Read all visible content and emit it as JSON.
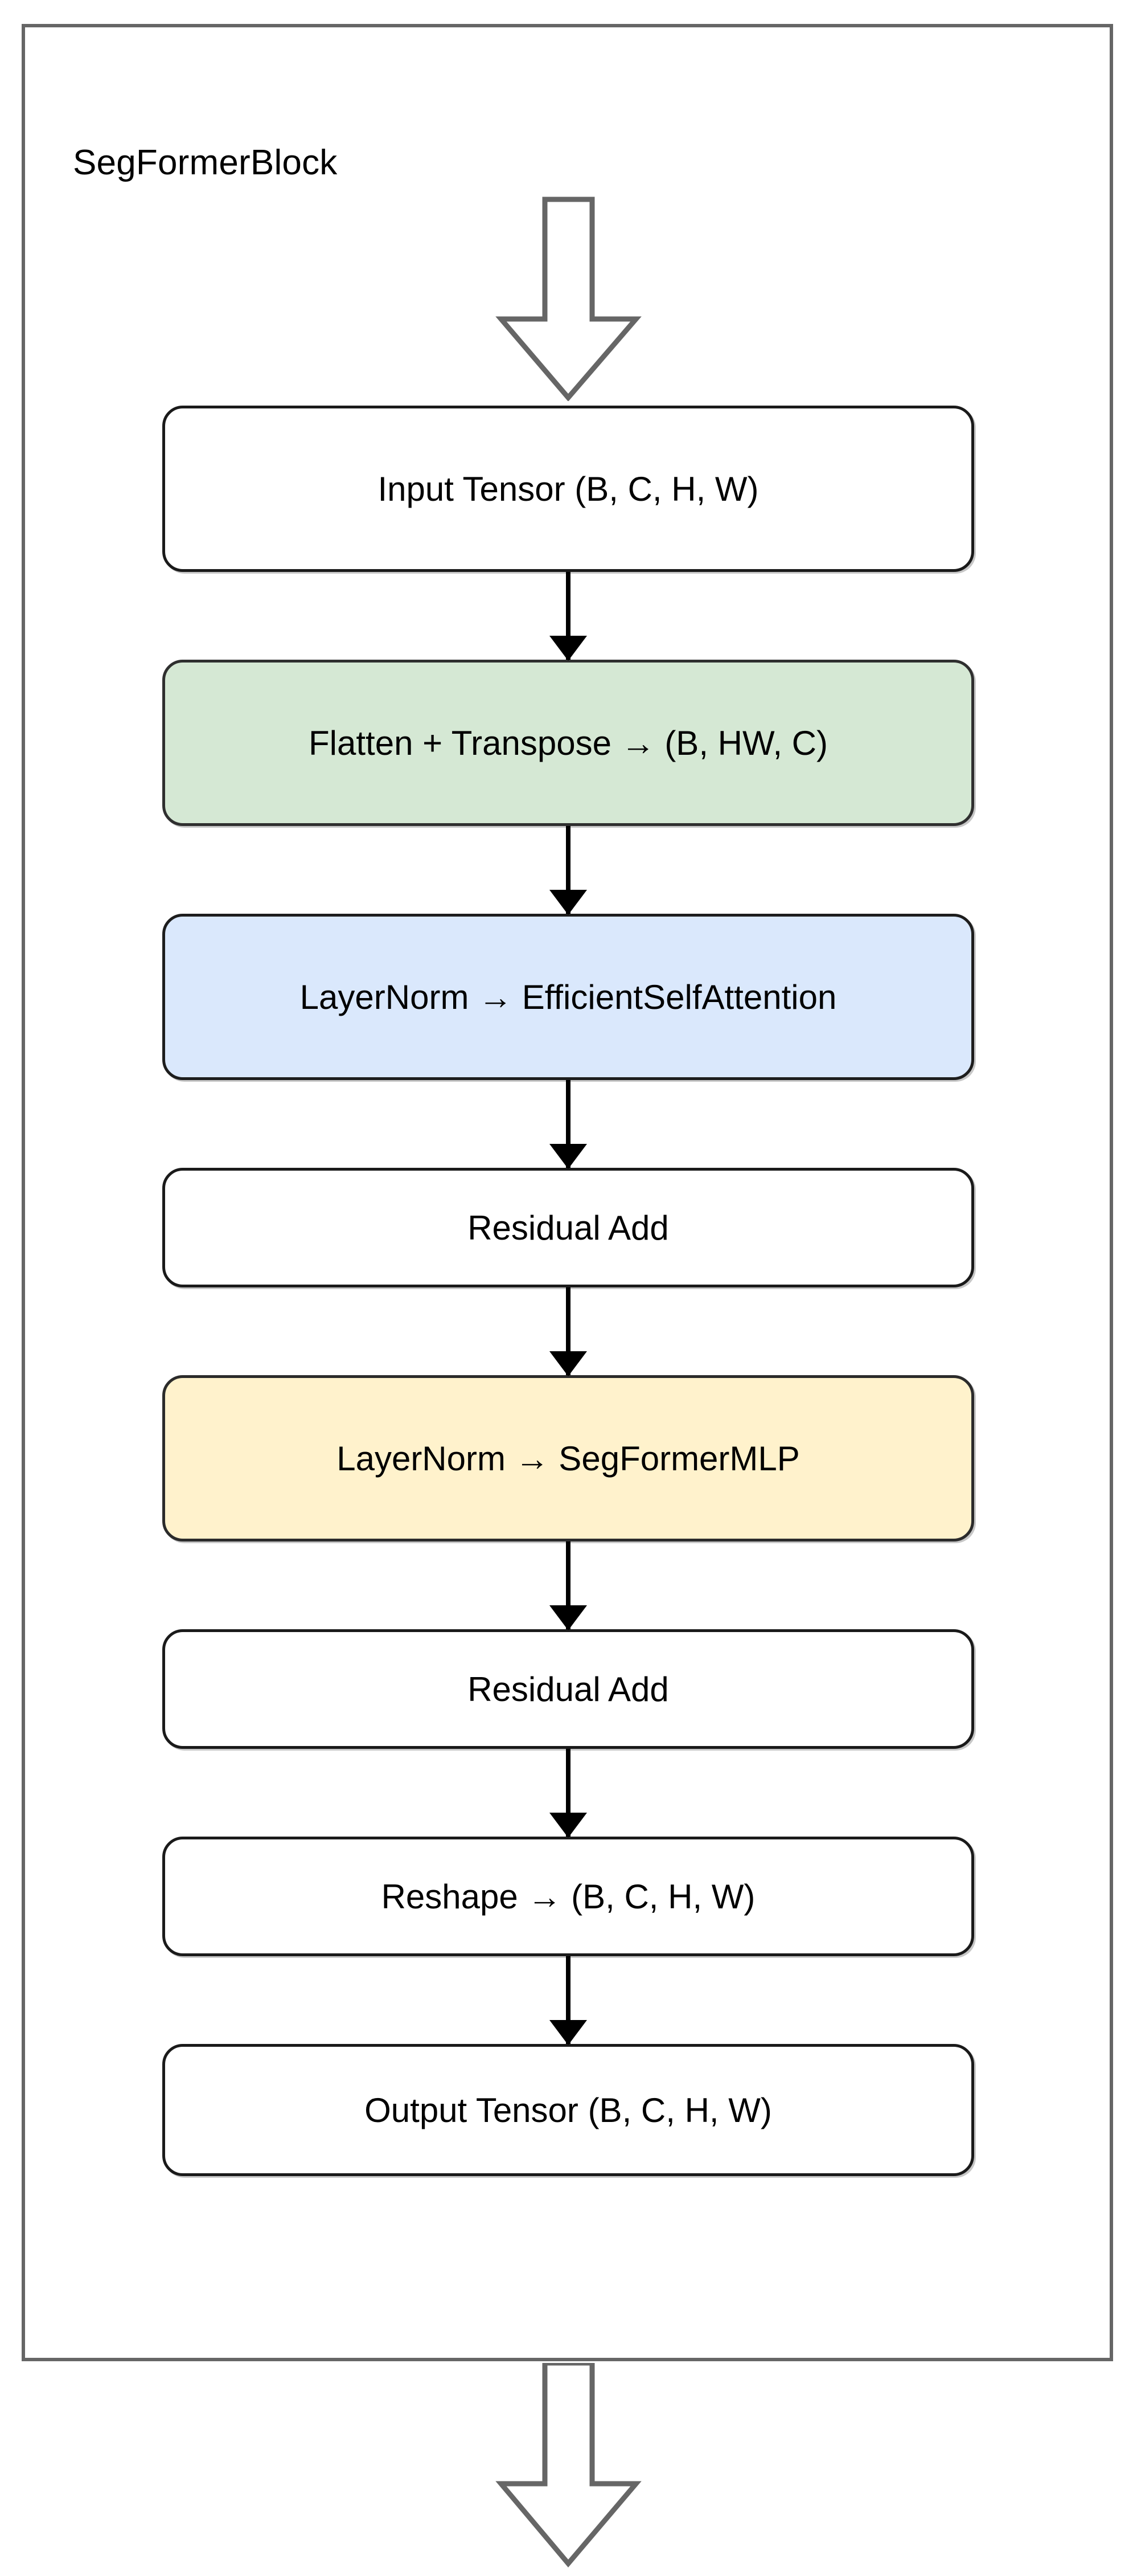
{
  "diagram": {
    "type": "flowchart",
    "title": "SegFormerBlock",
    "orientation": "vertical-top-to-bottom",
    "container": {
      "label": "SegFormerBlock",
      "border_color": "#666666",
      "fill_color": "#ffffff"
    },
    "palette": {
      "default_fill": "#ffffff",
      "green_fill": "#d5e8d4",
      "blue_fill": "#dae8fc",
      "yellow_fill": "#fff2cc",
      "node_stroke": "#1a1a1a",
      "edge_color": "#000000",
      "block_arrow_stroke": "#666666",
      "block_arrow_fill": "#ffffff"
    },
    "nodes": [
      {
        "id": "input-tensor",
        "label": "Input Tensor (B, C, H, W)",
        "fill": "default"
      },
      {
        "id": "flatten-transpose",
        "label": "Flatten + Transpose → (B, HW, C)",
        "fill": "green"
      },
      {
        "id": "layernorm-attention",
        "label": "LayerNorm → EfficientSelfAttention",
        "fill": "blue"
      },
      {
        "id": "residual-add-1",
        "label": "Residual Add",
        "fill": "default"
      },
      {
        "id": "layernorm-mlp",
        "label": "LayerNorm → SegFormerMLP",
        "fill": "yellow"
      },
      {
        "id": "residual-add-2",
        "label": "Residual Add",
        "fill": "default"
      },
      {
        "id": "reshape",
        "label": "Reshape → (B, C, H, W)",
        "fill": "default"
      },
      {
        "id": "output-tensor",
        "label": "Output Tensor (B, C, H, W)",
        "fill": "default"
      }
    ],
    "edges": [
      {
        "from": "input-tensor",
        "to": "flatten-transpose",
        "style": "arrow"
      },
      {
        "from": "flatten-transpose",
        "to": "layernorm-attention",
        "style": "arrow"
      },
      {
        "from": "layernorm-attention",
        "to": "residual-add-1",
        "style": "arrow"
      },
      {
        "from": "residual-add-1",
        "to": "layernorm-mlp",
        "style": "arrow"
      },
      {
        "from": "layernorm-mlp",
        "to": "residual-add-2",
        "style": "arrow"
      },
      {
        "from": "residual-add-2",
        "to": "reshape",
        "style": "arrow"
      },
      {
        "from": "reshape",
        "to": "output-tensor",
        "style": "arrow"
      }
    ],
    "block_arrows": [
      {
        "id": "incoming-block-arrow",
        "direction": "down",
        "position": "above-input-tensor"
      },
      {
        "id": "outgoing-block-arrow",
        "direction": "down",
        "position": "below-container"
      }
    ]
  }
}
